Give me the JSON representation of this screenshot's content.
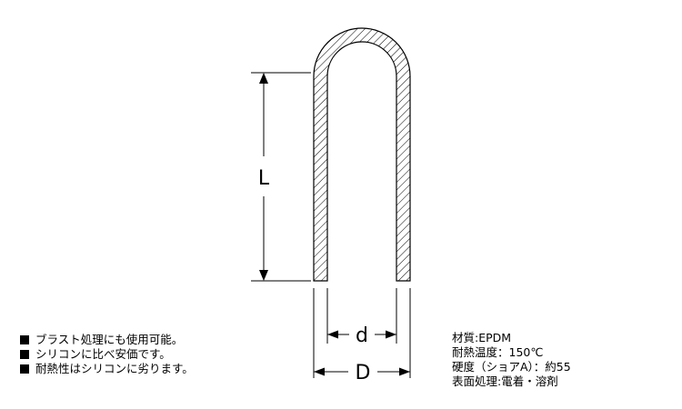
{
  "diagram": {
    "dimension_labels": {
      "length": "L",
      "inner_diameter": "d",
      "outer_diameter": "D"
    }
  },
  "notes": [
    "ブラスト処理にも使用可能。",
    "シリコンに比べ安価です。",
    "耐熱性はシリコンに劣ります。"
  ],
  "specs": [
    "材質:EPDM",
    "耐熱温度：150℃",
    "硬度（ショアA）：約55",
    "表面処理:電着・溶剤"
  ]
}
